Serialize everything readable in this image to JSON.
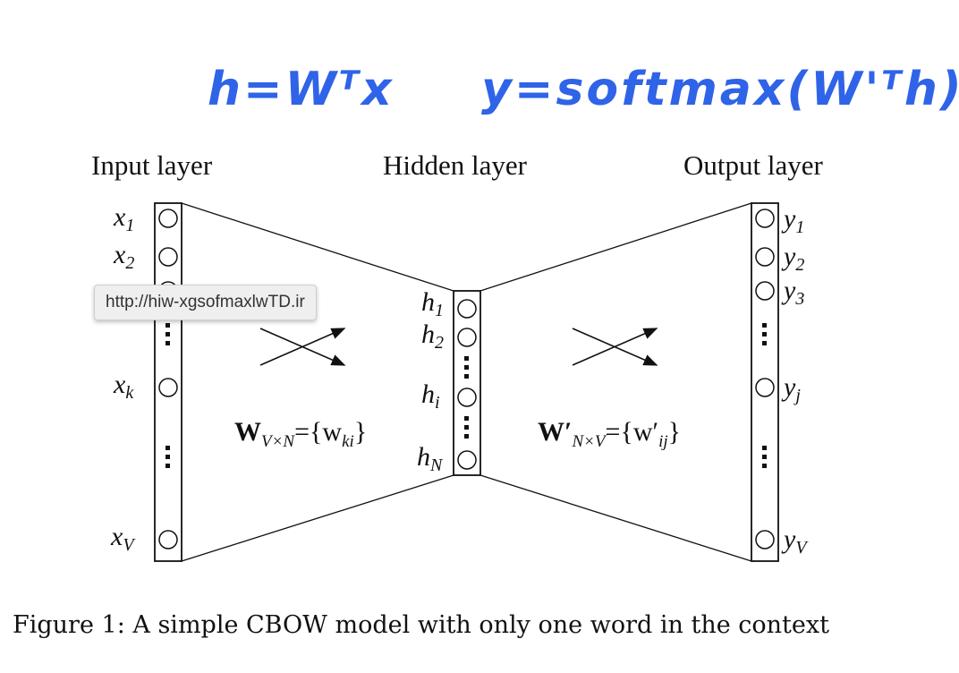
{
  "handwriting": {
    "left_formula": "h=Wᵀx",
    "right_formula": "y=softmax(W'ᵀh)"
  },
  "layers": {
    "input_title": "Input layer",
    "hidden_title": "Hidden layer",
    "output_title": "Output layer"
  },
  "input_labels": [
    {
      "base": "x",
      "sub": "1"
    },
    {
      "base": "x",
      "sub": "2"
    },
    {
      "base": "x",
      "sub": "k"
    },
    {
      "base": "x",
      "sub": "V"
    }
  ],
  "hidden_labels": [
    {
      "base": "h",
      "sub": "1"
    },
    {
      "base": "h",
      "sub": "2"
    },
    {
      "base": "h",
      "sub": "i"
    },
    {
      "base": "h",
      "sub": "N"
    }
  ],
  "output_labels": [
    {
      "base": "y",
      "sub": "1"
    },
    {
      "base": "y",
      "sub": "2"
    },
    {
      "base": "y",
      "sub": "3"
    },
    {
      "base": "y",
      "sub": "j"
    },
    {
      "base": "y",
      "sub": "V"
    }
  ],
  "weights": {
    "left": {
      "matrix": "W",
      "dims": "V×N",
      "eq": "={w",
      "elem_sub": "ki",
      "close": "}"
    },
    "right": {
      "matrix": "W′",
      "dims": "N×V",
      "eq": "={w′",
      "elem_sub": "ij",
      "close": "}"
    }
  },
  "tooltip": {
    "url": "http://hiw-xgsofmaxlwTD.ir"
  },
  "caption": "Figure 1: A simple CBOW model with only one word in the context",
  "colors": {
    "handwriting": "#2f63e8",
    "ink": "#111111"
  }
}
